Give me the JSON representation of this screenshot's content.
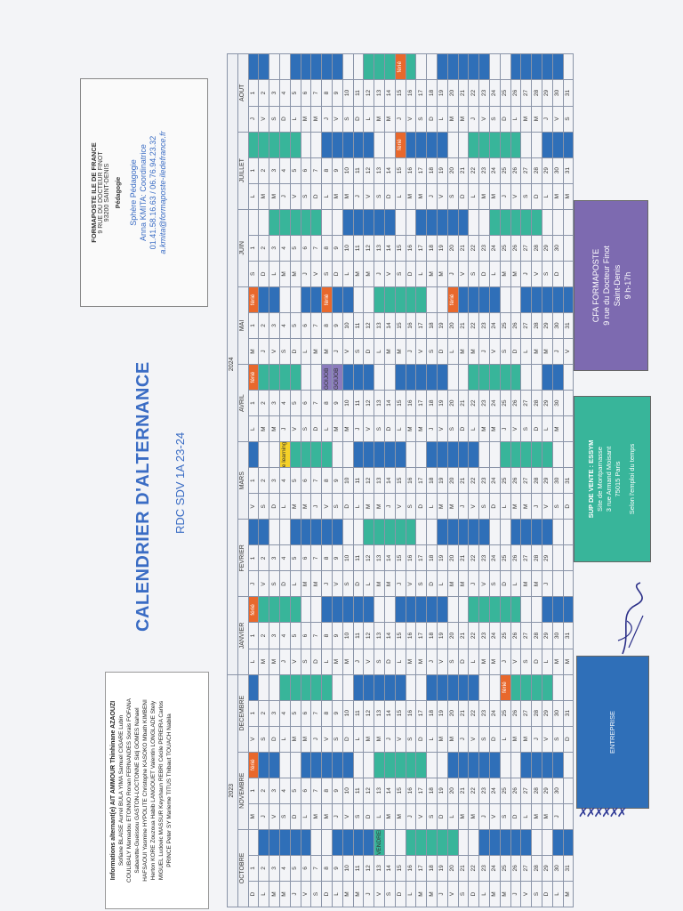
{
  "title": "CALENDRIER D'ALTERNANCE",
  "subtitle": "RDC SDV 1A 23-24",
  "year_left": "2023",
  "year_right": "2024",
  "months": [
    "OCTOBRE",
    "NOVEMBRE",
    "DECEMBRE",
    "JANVIER",
    "FEVRIER",
    "MARS",
    "AVRIL",
    "MAI",
    "JUIN",
    "JUILLET",
    "AOUT"
  ],
  "info": {
    "org": "FORMAPOSTE ILE DE FRANCE",
    "address": "9 RUE DU DOCTEUR FINOT",
    "city": "93200 SAINT-DENIS",
    "dept": "Pédagogie",
    "sphere": "Sphère Pédagogie",
    "coordinator": "Anna KMITA: Coordinatrice",
    "phone": "01.41.58.16.63 / 06.76.94.23.32",
    "email": "a.kmita@formaposte-iledefrance.fr"
  },
  "names": {
    "header": "Informations alternant(e) AIT AMMOUR Thinhinane AZAOUZI",
    "lines": [
      "Sofiane BLAISE Aurrel BULA YIMA Samuel CIGARE Lubin",
      "COULIBALY Mamadou ETONNO Ronan FERNANDES Sorais FOFANA",
      "Sabarette-Gueissou GASTON-LOCTONNE Sidj GOMES Nahael",
      "HAFSAOUI Yasmine HYPOLITE Christophe KASOKO Mbath KIMBENI",
      "Herton KORE Zouzoua Habib LANGOUET Valentin LONGLADE Stely",
      "MIGUEL Ludovic MASSUR Keyshaun REBRI Cécile PEREIRA Carlos",
      "PRINCE Peter SY Marieme TITUS Thibaut TOUACH Nabila"
    ]
  },
  "legend": {
    "entreprise": "ENTREPRISE",
    "ecole": [
      "SUP DE VENTE : ESSYM",
      "Site de Montparnasse",
      "3 rue Armand Moisant",
      "75015 Paris",
      "Selon l'emploi du temps"
    ],
    "cfa": [
      "CFA FORMAPOSTE",
      "9 rue du Docteur Finot",
      "Saint-Denis",
      "9 h-17h"
    ]
  },
  "cell_labels": {
    "ferie": "férié",
    "vendredi": "VENDREDI",
    "elearning": "e learning",
    "goijob": "GOIJOB"
  },
  "colors": {
    "ferie": "#e8682c",
    "ecole": "#38b59a",
    "entreprise": "#2f6fb8",
    "cfa": "#7d6ab0",
    "title": "#3a6cc4"
  }
}
